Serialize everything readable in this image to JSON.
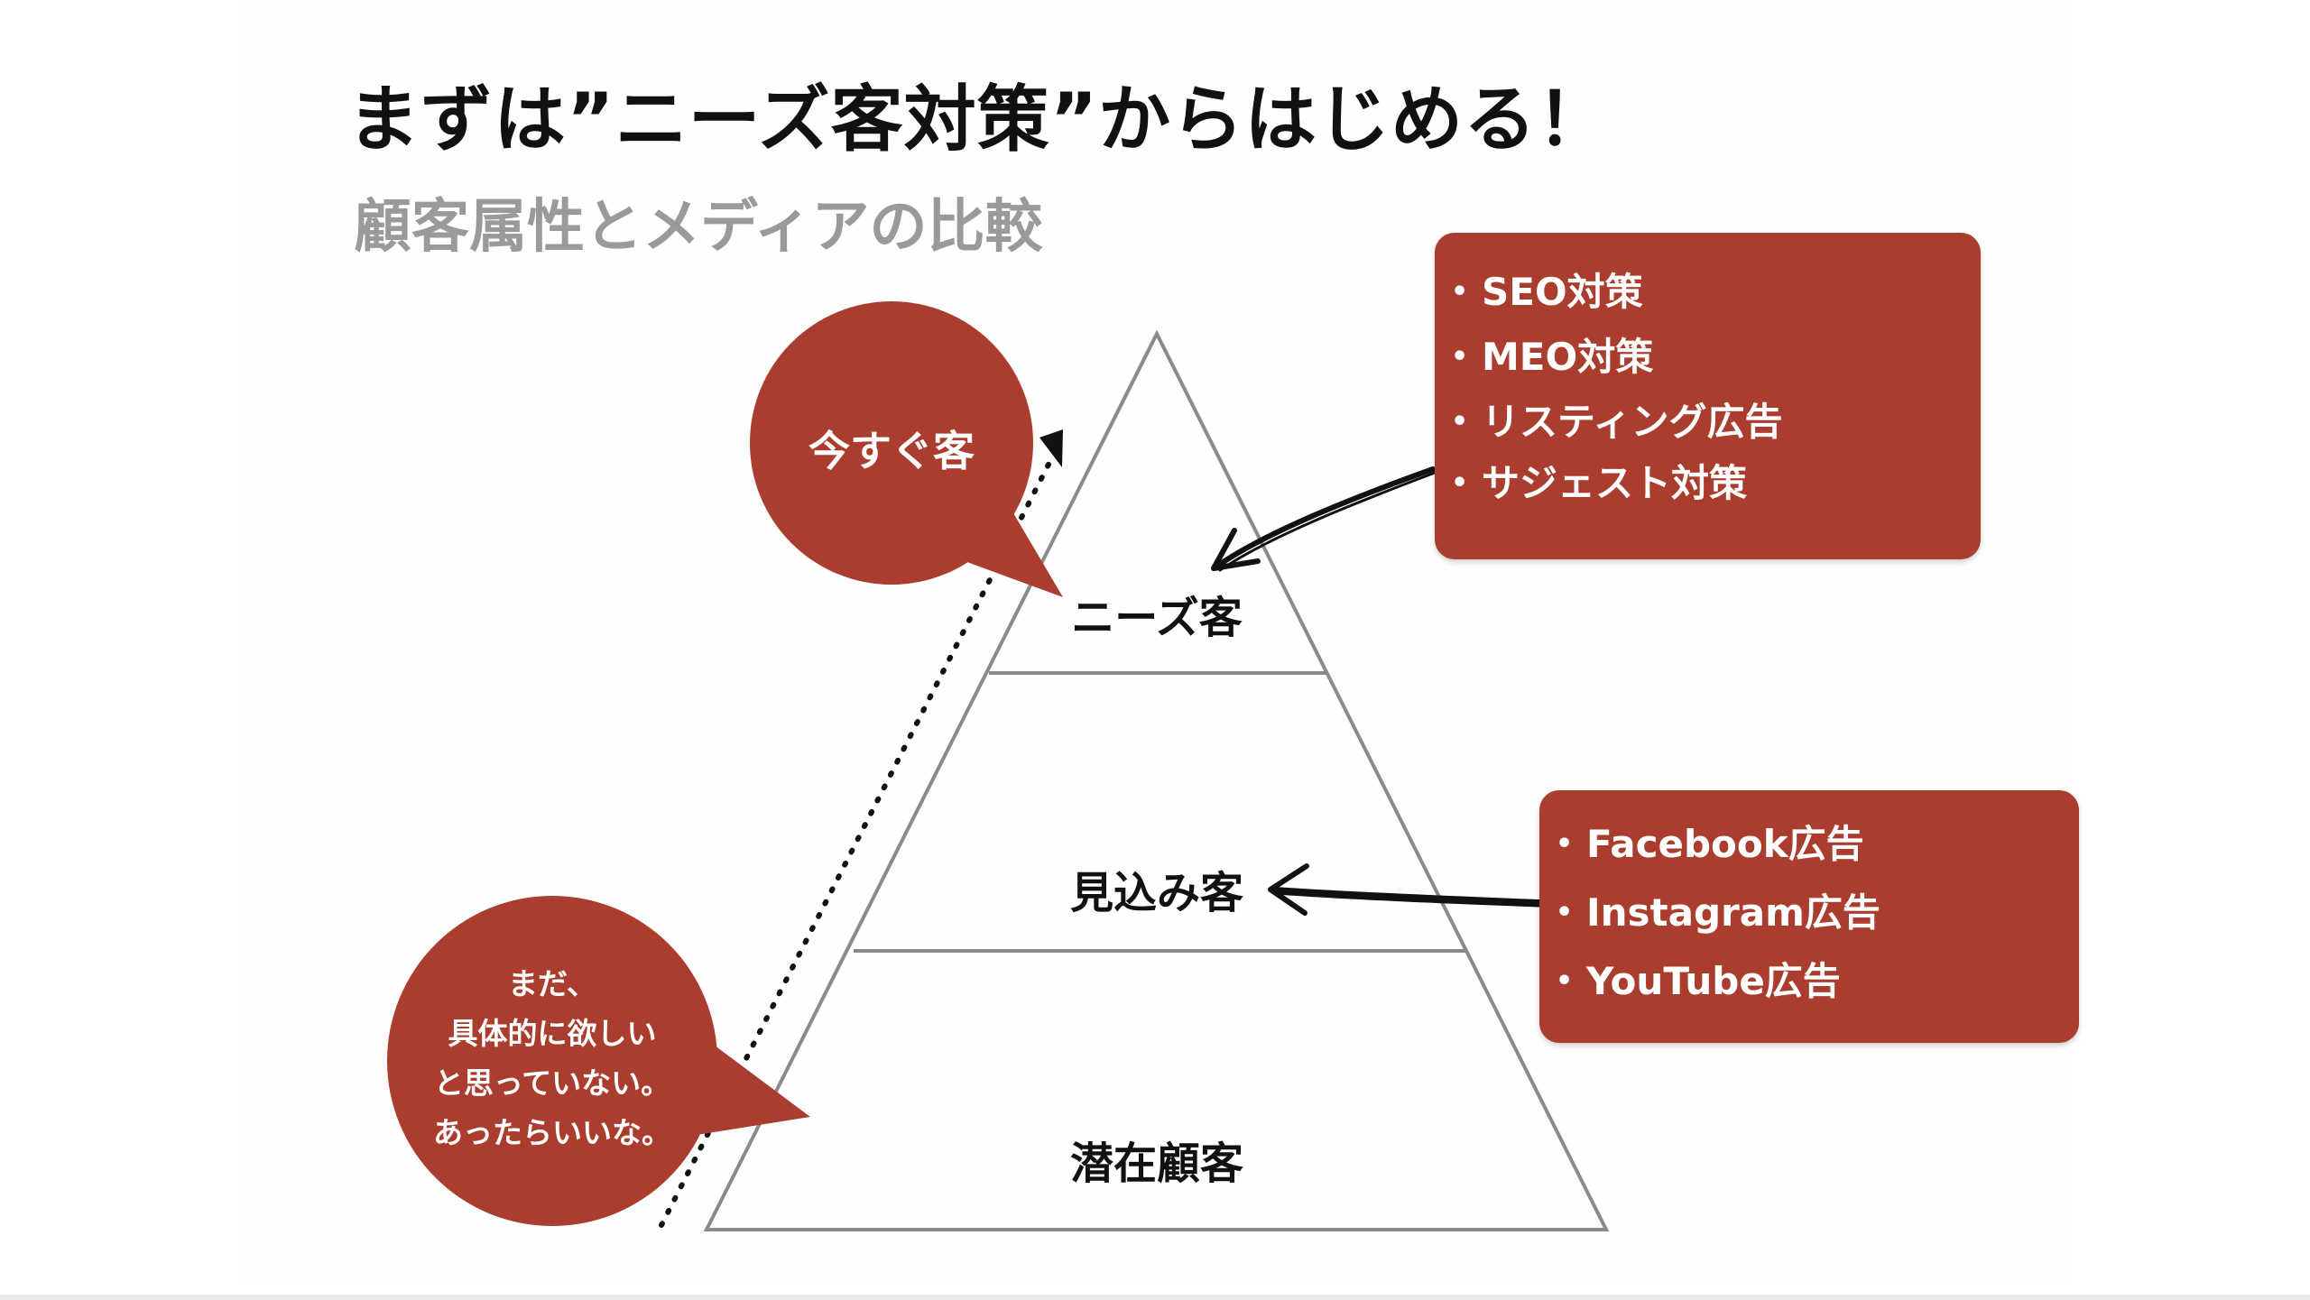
{
  "title": "まずは”ニーズ客対策”からはじめる！",
  "subtitle": "顧客属性とメディアの比較",
  "pyramid": {
    "layers": [
      {
        "label": "ニーズ客"
      },
      {
        "label": "見込み客"
      },
      {
        "label": "潜在顧客"
      }
    ]
  },
  "bubbles": {
    "top": {
      "text": "今すぐ客"
    },
    "bottom": {
      "lines": [
        "まだ、",
        "具体的に欲しい",
        "と思っていない。",
        "あったらいいな。"
      ]
    }
  },
  "boxes": {
    "needs": {
      "items": [
        "SEO対策",
        "MEO対策",
        "リスティング広告",
        "サジェスト対策"
      ]
    },
    "prospects": {
      "items": [
        "Facebook広告",
        "Instagram広告",
        "YouTube広告"
      ]
    }
  },
  "colors": {
    "accent": "#aa3d2e",
    "pyramid_stroke": "#8a8a8a",
    "title": "#111111",
    "subtitle": "#9a9a9a"
  },
  "icons": {
    "arrow_needs": "hand-drawn-arrow-left-icon",
    "arrow_prospects": "hand-drawn-arrow-left-icon",
    "dotted_progression": "dotted-arrow-up-icon"
  }
}
